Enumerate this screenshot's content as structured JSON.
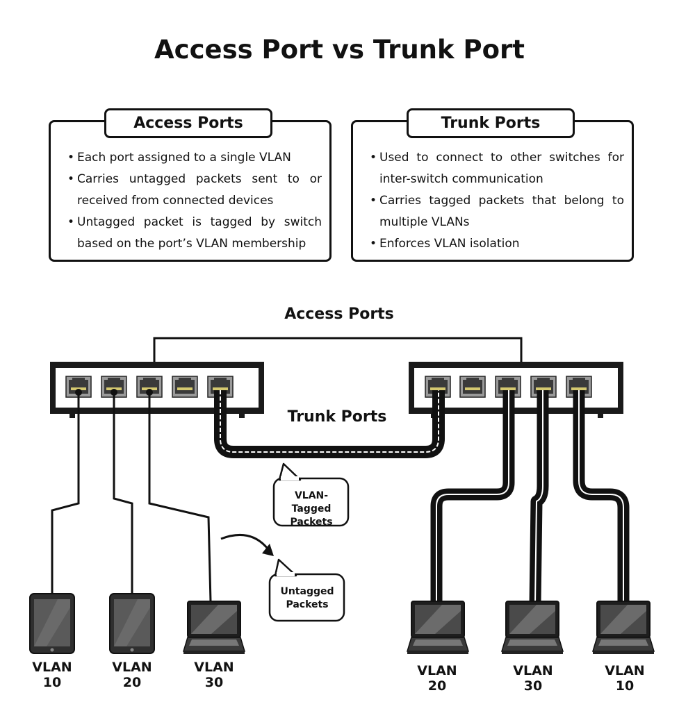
{
  "title": "Access Port vs Trunk Port",
  "access_card": {
    "heading": "Access Ports",
    "bullets": [
      "Each port assigned to a single VLAN",
      "Carries untagged packets sent to or received from connected devices",
      "Untagged packet is tagged by switch based on the port’s VLAN membership"
    ]
  },
  "trunk_card": {
    "heading": "Trunk Ports",
    "bullets": [
      "Used to connect to other switches for inter-switch communication",
      "Carries tagged packets that belong to multiple VLANs",
      "Enforces VLAN isolation"
    ]
  },
  "diagram": {
    "access_ports_label": "Access Ports",
    "trunk_ports_label": "Trunk Ports",
    "tagged_bubble": "VLAN-Tagged Packets",
    "untagged_bubble": "Untagged Packets",
    "devices": [
      {
        "kind": "tablet",
        "line1": "VLAN",
        "line2": "10"
      },
      {
        "kind": "tablet",
        "line1": "VLAN",
        "line2": "20"
      },
      {
        "kind": "laptop",
        "line1": "VLAN",
        "line2": "30"
      },
      {
        "kind": "laptop",
        "line1": "VLAN",
        "line2": "20"
      },
      {
        "kind": "laptop",
        "line1": "VLAN",
        "line2": "30"
      },
      {
        "kind": "laptop",
        "line1": "VLAN",
        "line2": "10"
      }
    ]
  }
}
